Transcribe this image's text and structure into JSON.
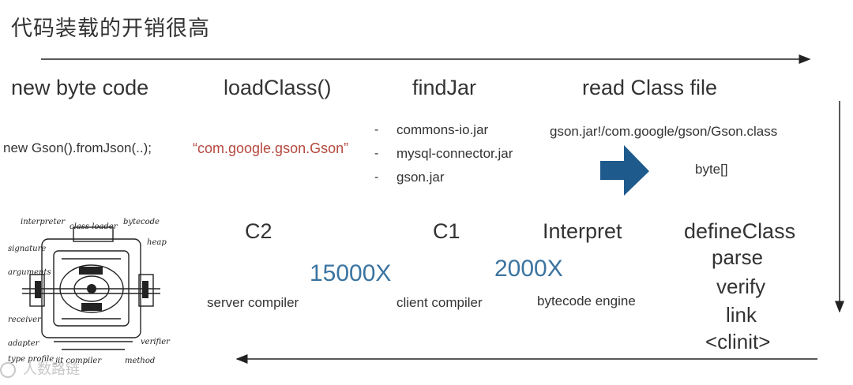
{
  "title": "代码装载的开销很高",
  "top_steps": [
    "new byte code",
    "loadClass()",
    "findJar",
    "read Class file"
  ],
  "code_example": "new Gson().fromJson(..);",
  "class_name": "“com.google.gson.Gson”",
  "jars": [
    "commons-io.jar",
    "mysql-connector.jar",
    "gson.jar"
  ],
  "jar_bullet": "-",
  "class_path": "gson.jar!/com.google/gson/Gson.class",
  "bytes_label": "byte[]",
  "bottom_stages": {
    "c2": "C2",
    "c1": "C1",
    "interpret": "Interpret",
    "define": "defineClass",
    "define_steps": [
      "parse",
      "verify",
      "link",
      "<clinit>"
    ]
  },
  "speedups": {
    "c2": "15000X",
    "c1": "2000X"
  },
  "engine_labels": {
    "c2": "server compiler",
    "c1": "client compiler",
    "interpret": "bytecode engine"
  },
  "machine_labels": [
    "interpreter",
    "class loader",
    "bytecode",
    "heap",
    "signature",
    "arguments",
    "receiver",
    "adapter",
    "type profile",
    "jit compiler",
    "verifier",
    "method"
  ],
  "watermark": "人数路链",
  "colors": {
    "accent_red": "#b5493f",
    "accent_blue": "#3b74a0",
    "arrow_blue": "#1f5a8c"
  }
}
